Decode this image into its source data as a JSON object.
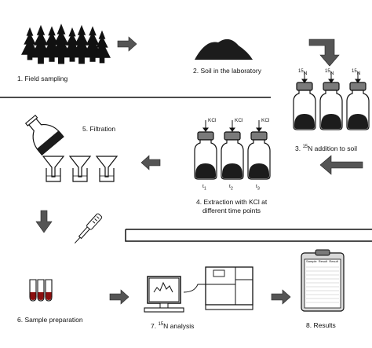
{
  "steps": {
    "field_sampling": "1. Field sampling",
    "soil_lab": "2. Soil in the laboratory",
    "n15_addition_a": "3. ",
    "n15_addition_sup": "15",
    "n15_addition_b": "N addition to soil",
    "extraction_line1": "4. Extraction with KCl at",
    "extraction_line2": "different time points",
    "filtration": "5. Filtration",
    "sample_prep": "6. Sample preparation",
    "analysis_a": "7. ",
    "analysis_sup": "15",
    "analysis_b": "N analysis",
    "results": "8. Results"
  },
  "labels": {
    "n15_sup": "15",
    "n15_n": "N",
    "kcl": "KCl",
    "t1": "t",
    "t1_sub": "1",
    "t2": "t",
    "t2_sub": "2",
    "t3": "t",
    "t3_sub": "3",
    "clipboard_col1": "Sample",
    "clipboard_col2": "Result",
    "clipboard_col3": "Result"
  },
  "colors": {
    "arrow": "#555555",
    "line": "#111111",
    "cap": "#7a7a7a",
    "soil": "#1c1c1c",
    "trees": "#111111"
  },
  "icons": [
    "forest-icon",
    "soil-pile-icon",
    "bottle-icon",
    "flask-pour-icon",
    "funnel-icon",
    "pipette-icon",
    "vials-icon",
    "computer-icon",
    "analyzer-icon",
    "clipboard-icon"
  ]
}
